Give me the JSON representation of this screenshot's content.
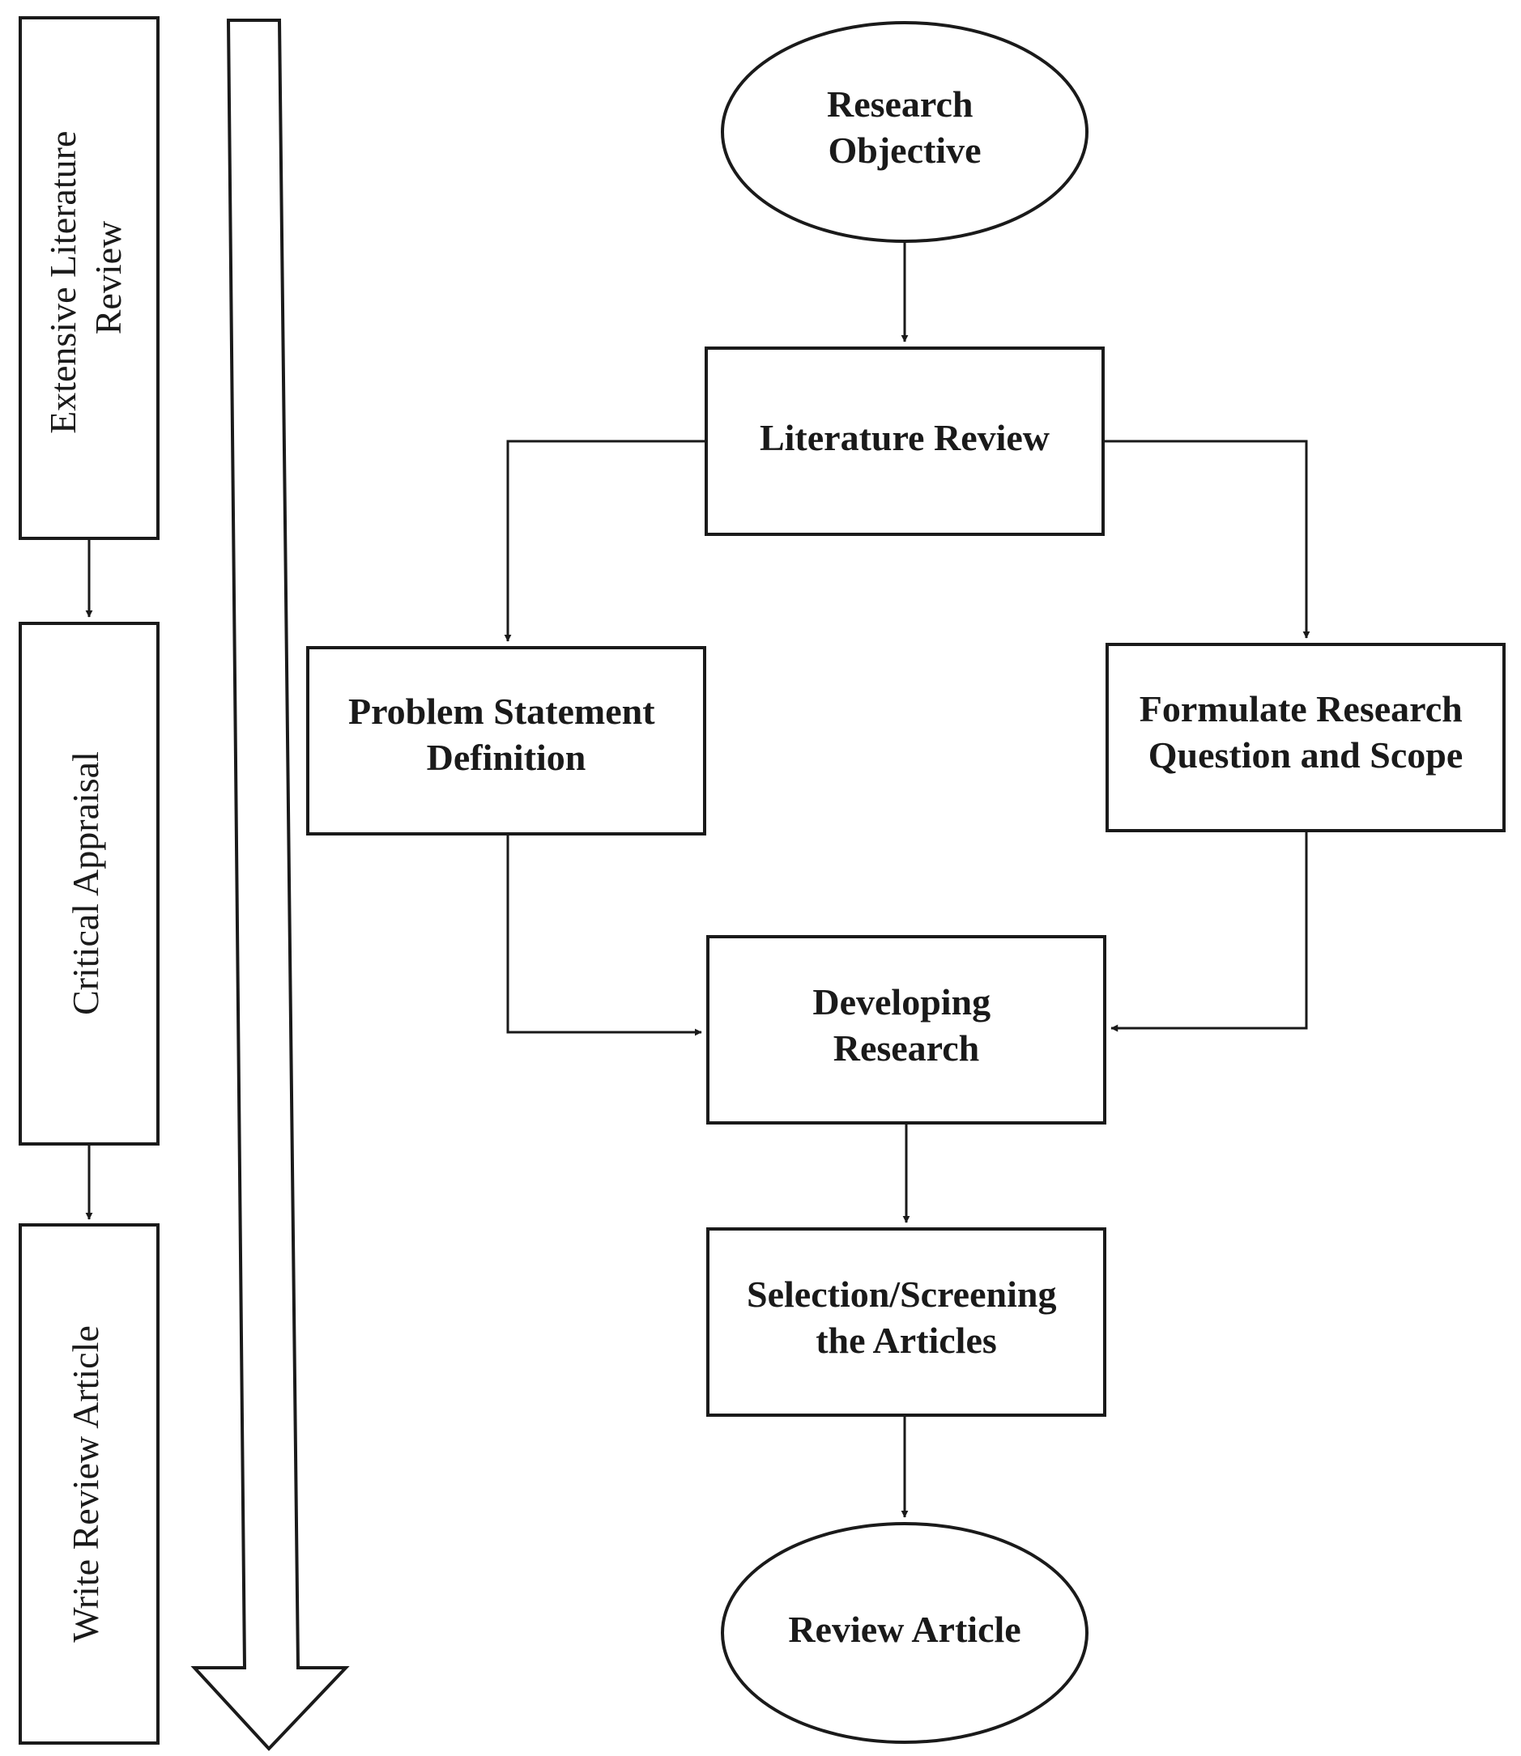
{
  "side_stages": [
    {
      "id": "extensive",
      "lines": [
        "Extensive Literature",
        "Review"
      ]
    },
    {
      "id": "critical",
      "lines": [
        "Critical Appraisal"
      ]
    },
    {
      "id": "write",
      "lines": [
        "Write Review Article"
      ]
    }
  ],
  "nodes": {
    "research_objective": {
      "lines": [
        "Research",
        "Objective"
      ]
    },
    "literature_review": {
      "lines": [
        "Literature Review"
      ]
    },
    "problem_statement": {
      "lines": [
        "Problem Statement",
        "Definition"
      ]
    },
    "formulate_question": {
      "lines": [
        "Formulate Research",
        "Question and Scope"
      ]
    },
    "developing_research": {
      "lines": [
        "Developing",
        "Research"
      ]
    },
    "selection_screening": {
      "lines": [
        "Selection/Screening",
        "the Articles"
      ]
    },
    "review_article": {
      "lines": [
        "Review Article"
      ]
    }
  },
  "edges": [
    {
      "from": "research_objective",
      "to": "literature_review"
    },
    {
      "from": "literature_review",
      "to": "problem_statement"
    },
    {
      "from": "literature_review",
      "to": "formulate_question"
    },
    {
      "from": "problem_statement",
      "to": "developing_research"
    },
    {
      "from": "formulate_question",
      "to": "developing_research"
    },
    {
      "from": "developing_research",
      "to": "selection_screening"
    },
    {
      "from": "selection_screening",
      "to": "review_article"
    },
    {
      "from": "extensive",
      "to": "critical"
    },
    {
      "from": "critical",
      "to": "write"
    }
  ]
}
